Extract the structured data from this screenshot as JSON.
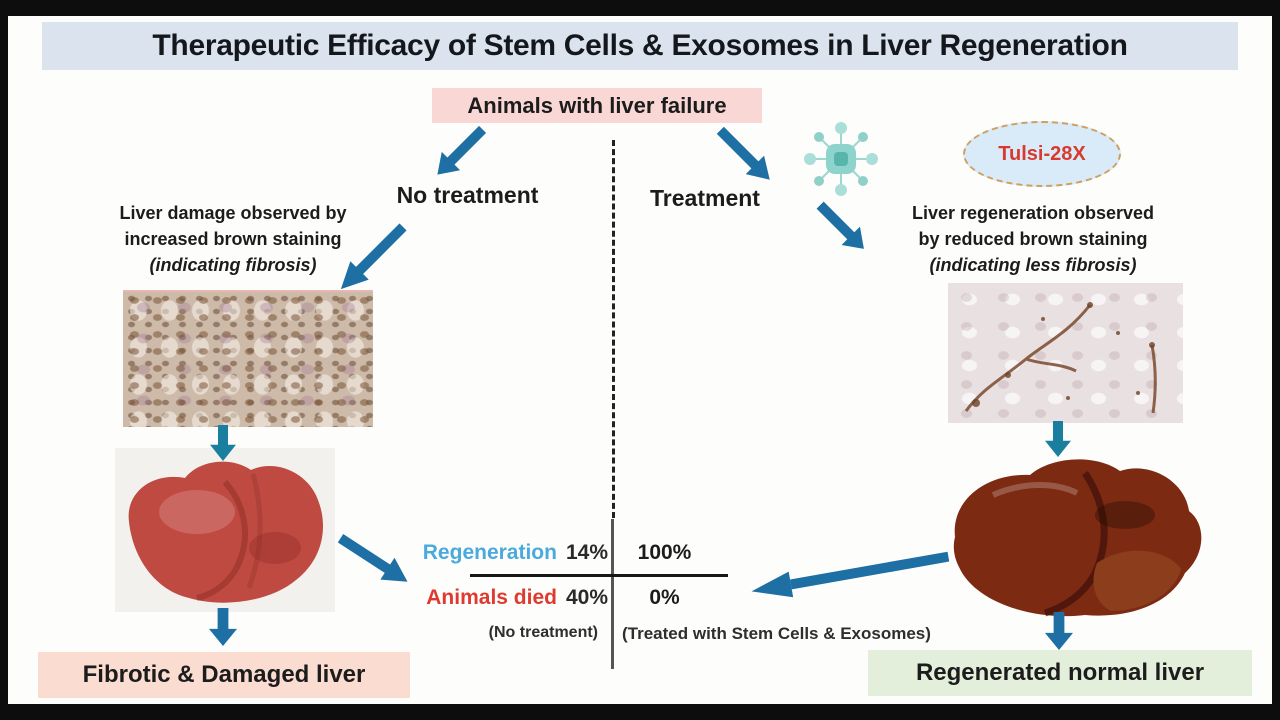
{
  "figure": {
    "title": "Therapeutic Efficacy of Stem Cells & Exosomes in Liver Regeneration",
    "source_box": "Animals with liver failure"
  },
  "left_branch": {
    "label": "No treatment",
    "finding": {
      "line1": "Liver damage observed by",
      "line2": "increased brown staining",
      "line3": "(indicating fibrosis)"
    },
    "outcome_label": "Fibrotic & Damaged liver"
  },
  "right_branch": {
    "label": "Treatment",
    "treatment_name": "Tulsi-28X",
    "finding": {
      "line1": "Liver regeneration observed",
      "line2": "by reduced brown staining",
      "line3": "(indicating less fibrosis)"
    },
    "outcome_label": "Regenerated normal liver"
  },
  "stats": {
    "rows": [
      {
        "label": "Regeneration",
        "no_treatment_value": "14%",
        "treated_value": "100%"
      },
      {
        "label": "Animals died",
        "no_treatment_value": "40%",
        "treated_value": "0%"
      }
    ],
    "captions": {
      "no_treatment": "(No treatment)",
      "treated": "(Treated with Stem Cells & Exosomes)"
    }
  },
  "icons": {
    "exosome": "exosome-cell-icon",
    "flow_arrow": "flow-arrow-icon"
  },
  "colors": {
    "title_bg": "#dbe4ee",
    "source_box_bg": "#f8d7d5",
    "fibrotic_label_bg": "#fadcd0",
    "regenerated_label_bg": "#e3efdb",
    "arrow_blue": "#1e6fa3",
    "regeneration_stat_label": "#4aa9dd",
    "animals_died_stat_label": "#e03a30",
    "treatment_oval_bg": "#d9ebf8",
    "treatment_oval_border": "#cf9f5f",
    "treatment_name_text": "#d93a2f"
  }
}
